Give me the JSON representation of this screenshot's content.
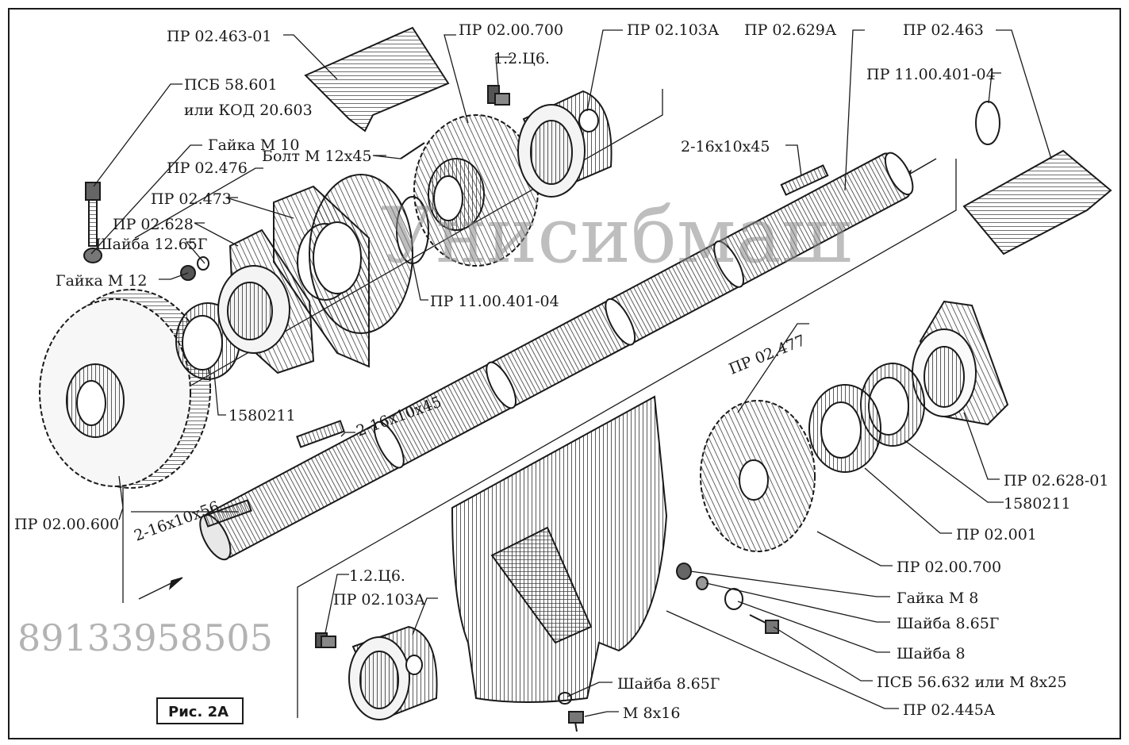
{
  "figure": {
    "caption": "Рис. 2А"
  },
  "watermark": {
    "text": "Унисибмаш"
  },
  "phone": {
    "text": "89133958505"
  },
  "labels": [
    "ПР 02.463-01",
    "ПР 02.00.700",
    "1.2.Ц6.",
    "ПР 02.103А",
    "ПР 02.629А",
    "ПР 02.463",
    "ПР 11.00.401-04",
    "ПСБ 58.601",
    "или КОД 20.603",
    "Гайка М 10",
    "ПР 02.476",
    "Болт М 12х45",
    "2-16х10х45",
    "ПР 02.473",
    "ПР 02.628",
    "Шайба 12.65Г",
    "Гайка М 12",
    "ПР 11.00.401-04",
    "ПР 02.477",
    "2-16х10х45",
    "1580211",
    "ПР 02.628-01",
    "1580211",
    "2-16х10х56",
    "ПР 02.00.600",
    "ПР 02.001",
    "ПР 02.00.700",
    "Гайка М 8",
    "Шайба 8.65Г",
    "Шайба 8",
    "ПСБ 56.632 или М 8х25",
    "1.2.Ц6.",
    "ПР 02.103А",
    "Шайба 8.65Г",
    "ПР 02.445А",
    "М 8х16"
  ]
}
